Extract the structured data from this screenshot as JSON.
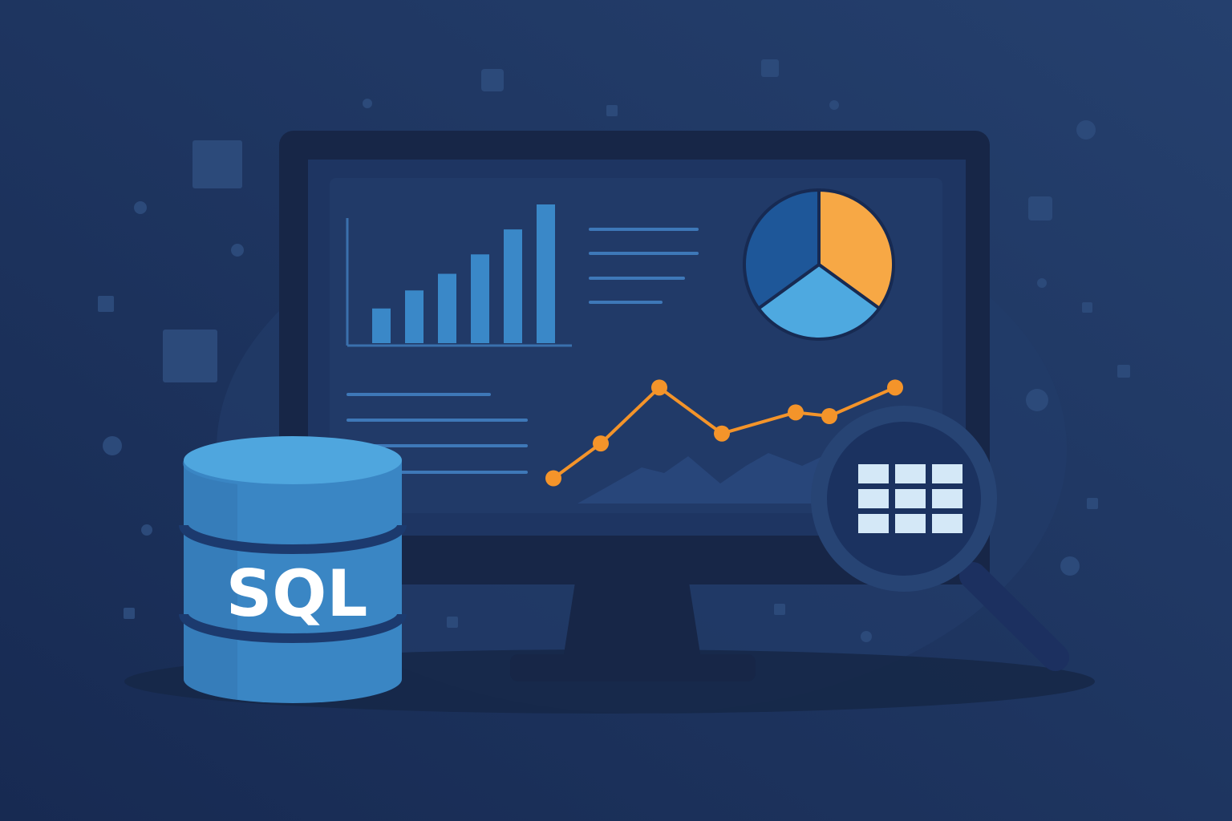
{
  "database": {
    "label": "SQL"
  },
  "colors": {
    "background_dark": "#172a52",
    "background_light": "#25406e",
    "monitor_frame": "#172647",
    "screen": "#1e3562",
    "panel": "#213a68",
    "bar": "#3a88c8",
    "line": "#f4942a",
    "pie_orange": "#f7a845",
    "pie_dark_blue": "#1e5799",
    "pie_light_blue": "#4ea9e0",
    "cylinder": "#3d8bc8",
    "cylinder_top": "#4fa6de",
    "grid_cell": "#d4e8f7"
  },
  "icons": {
    "database": "database-cylinder-icon",
    "magnifier": "magnifying-glass-icon",
    "table": "table-grid-icon"
  },
  "charts": {
    "bar": {
      "type": "bar",
      "values": [
        25,
        38,
        50,
        64,
        82,
        100
      ]
    },
    "pie": {
      "type": "pie",
      "values": [
        35,
        30,
        35
      ],
      "colors": [
        "#f7a845",
        "#4ea9e0",
        "#1e5799"
      ]
    },
    "line": {
      "type": "line",
      "values": [
        10,
        38,
        83,
        46,
        63,
        60,
        83
      ]
    }
  }
}
